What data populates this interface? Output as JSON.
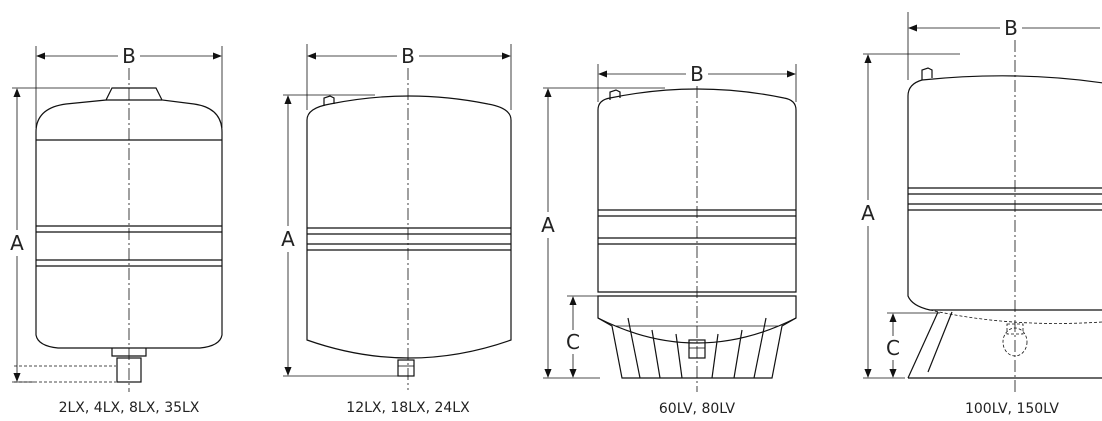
{
  "labels": {
    "a": "A",
    "b": "B",
    "c": "C"
  },
  "captions": {
    "t1": "2LX, 4LX, 8LX, 35LX",
    "t2": "12LX, 18LX, 24LX",
    "t3": "60LV, 80LV",
    "t4": "100LV, 150LV"
  }
}
